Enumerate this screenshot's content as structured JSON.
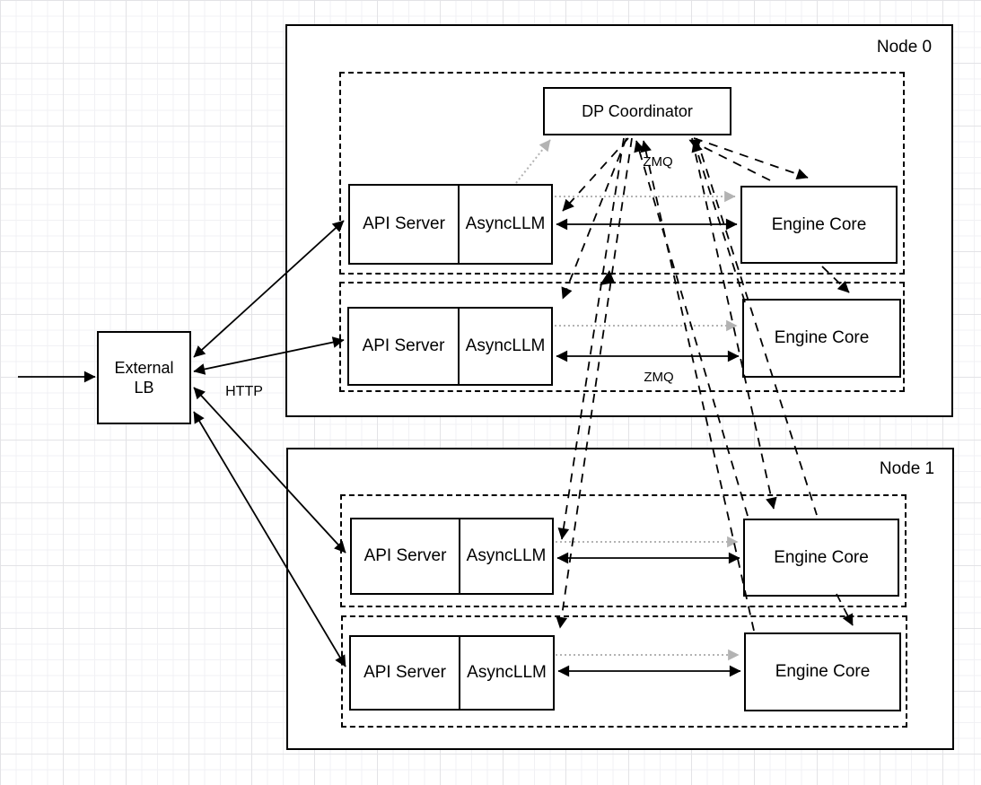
{
  "diagram": {
    "node0": {
      "label": "Node 0"
    },
    "node1": {
      "label": "Node 1"
    },
    "dp_coordinator": {
      "label": "DP Coordinator"
    },
    "external_lb": {
      "label": "External LB"
    },
    "rows": [
      {
        "node": "Node 0",
        "api": "API Server",
        "async": "AsyncLLM",
        "engine": "Engine Core"
      },
      {
        "node": "Node 0",
        "api": "API Server",
        "async": "AsyncLLM",
        "engine": "Engine Core"
      },
      {
        "node": "Node 1",
        "api": "API Server",
        "async": "AsyncLLM",
        "engine": "Engine Core"
      },
      {
        "node": "Node 1",
        "api": "API Server",
        "async": "AsyncLLM",
        "engine": "Engine Core"
      }
    ],
    "labels": {
      "http": "HTTP",
      "zmq_coordinator": "ZMQ",
      "zmq_row2": "ZMQ"
    },
    "colors": {
      "stroke": "#000000",
      "gray_link": "#b3b3b3",
      "background": "#ffffff",
      "grid_minor": "#f1f1f4",
      "grid_major": "#e3e3e6"
    },
    "connections": [
      {
        "from": "client",
        "to": "External LB",
        "type": "solid-arrow",
        "label": "HTTP"
      },
      {
        "from": "External LB",
        "to": "API Server (row 1, Node 0)",
        "type": "solid-bidirectional"
      },
      {
        "from": "External LB",
        "to": "API Server (row 2, Node 0)",
        "type": "solid-bidirectional"
      },
      {
        "from": "External LB",
        "to": "API Server (row 3, Node 1)",
        "type": "solid-bidirectional"
      },
      {
        "from": "External LB",
        "to": "API Server (row 4, Node 1)",
        "type": "solid-bidirectional"
      },
      {
        "from": "AsyncLLM (row 1)",
        "to": "Engine Core (row 1)",
        "type": "solid-bidirectional"
      },
      {
        "from": "AsyncLLM (row 2)",
        "to": "Engine Core (row 2)",
        "type": "solid-bidirectional",
        "label": "ZMQ"
      },
      {
        "from": "AsyncLLM (row 3)",
        "to": "Engine Core (row 3)",
        "type": "solid-bidirectional"
      },
      {
        "from": "AsyncLLM (row 4)",
        "to": "Engine Core (row 4)",
        "type": "solid-bidirectional"
      },
      {
        "from": "AsyncLLM (row 1)",
        "to": "DP Coordinator",
        "type": "dotted-gray-arrow"
      },
      {
        "from": "AsyncLLM (row 1)",
        "to": "Engine Core (row 1)",
        "type": "dotted-gray-arrow"
      },
      {
        "from": "AsyncLLM (row 2)",
        "to": "Engine Core (row 2)",
        "type": "dotted-gray-arrow"
      },
      {
        "from": "AsyncLLM (row 3)",
        "to": "Engine Core (row 3)",
        "type": "dotted-gray-arrow"
      },
      {
        "from": "AsyncLLM (row 4)",
        "to": "Engine Core (row 4)",
        "type": "dotted-gray-arrow"
      },
      {
        "from": "Engine Core (row 1)",
        "to": "DP Coordinator",
        "type": "dashed-arrow",
        "label": "ZMQ"
      },
      {
        "from": "Engine Core (row 2)",
        "to": "DP Coordinator",
        "type": "dashed-arrow",
        "label": "ZMQ"
      },
      {
        "from": "Engine Core (row 3)",
        "to": "DP Coordinator",
        "type": "dashed-arrow",
        "label": "ZMQ"
      },
      {
        "from": "Engine Core (row 4)",
        "to": "DP Coordinator",
        "type": "dashed-arrow",
        "label": "ZMQ"
      },
      {
        "from": "DP Coordinator",
        "to": "AsyncLLM (row 1)",
        "type": "dashed-arrow"
      },
      {
        "from": "DP Coordinator",
        "to": "AsyncLLM (row 2)",
        "type": "dashed-arrow"
      },
      {
        "from": "DP Coordinator",
        "to": "AsyncLLM (row 3)",
        "type": "dashed-arrow"
      },
      {
        "from": "DP Coordinator",
        "to": "AsyncLLM (row 4)",
        "type": "dashed-arrow"
      },
      {
        "from": "DP Coordinator",
        "to": "Engine Core (row 1)",
        "type": "dashed-arrow"
      },
      {
        "from": "DP Coordinator",
        "to": "Engine Core (row 2)",
        "type": "dashed-arrow"
      },
      {
        "from": "DP Coordinator",
        "to": "Engine Core (row 3)",
        "type": "dashed-arrow"
      },
      {
        "from": "DP Coordinator",
        "to": "Engine Core (row 4)",
        "type": "dashed-arrow"
      }
    ]
  }
}
